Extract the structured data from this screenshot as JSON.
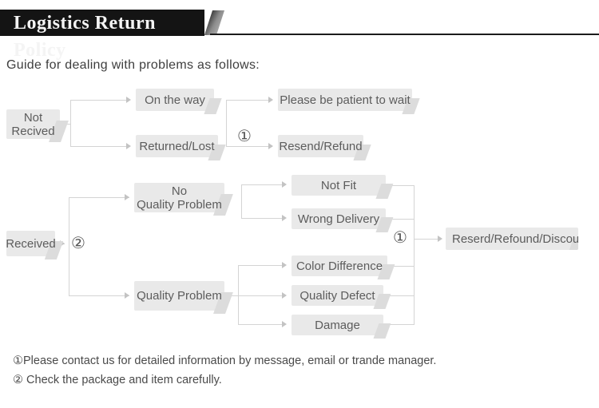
{
  "header": {
    "title": "Logistics Return Policy"
  },
  "intro_text": "Guide for dealing with problems as follows:",
  "colors": {
    "banner_bg": "#141414",
    "banner_text": "#f4f4f4",
    "box_bg": "#e9e9e9",
    "box_shadow": "#dcdcdc",
    "box_text": "#5c5c5c",
    "connector_line": "#d4d4d4"
  },
  "nodes": {
    "not_received": "Not\nRecived",
    "on_the_way": "On the way",
    "returned_lost": "Returned/Lost",
    "please_wait": "Please be patient to wait",
    "resend_refund": "Resend/Refund",
    "received": "Received",
    "no_quality_problem": "No\nQuality Problem",
    "quality_problem": "Quality Problem",
    "not_fit": "Not Fit",
    "wrong_delivery": "Wrong Delivery",
    "color_difference": "Color Difference",
    "quality_defect": "Quality Defect",
    "damage": "Damage",
    "final_action": "Reserd/Refound/Discoun"
  },
  "markers": {
    "circle1": "①",
    "circle2": "②"
  },
  "notes": [
    "①Please contact us for detailed information by message, email or trande manager.",
    "② Check the package and item carefully."
  ]
}
